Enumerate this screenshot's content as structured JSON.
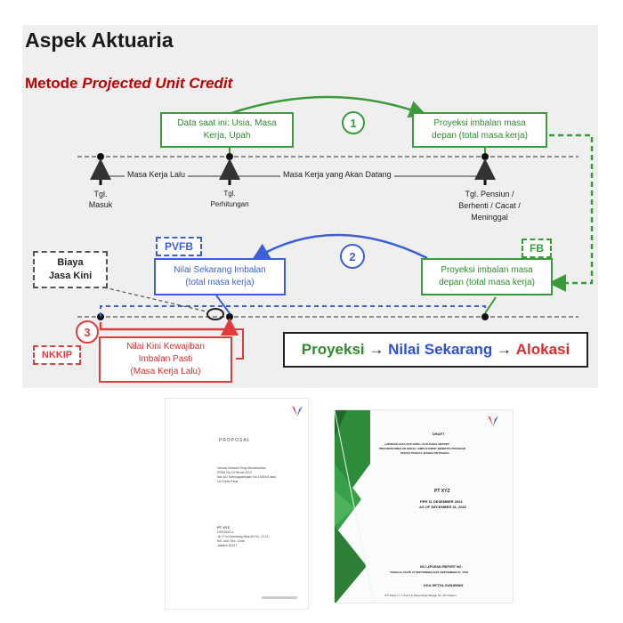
{
  "slide": {
    "title": "Aspek Aktuaria",
    "subtitle_prefix": "Metode ",
    "subtitle_method": "Projected Unit Credit",
    "box_data_line1": "Data saat ini: Usia, Masa",
    "box_data_line2": "Kerja, Upah",
    "box_proj_top_line1": "Proyeksi imbalan masa",
    "box_proj_top_line2": "depan (total masa kerja)",
    "step1": "1",
    "step2": "2",
    "step3": "3",
    "masa_kerja_lalu": "Masa Kerja Lalu",
    "masa_kerja_datang": "Masa Kerja yang Akan Datang",
    "tgl_masuk_line1": "Tgl.",
    "tgl_masuk_line2": "Masuk",
    "tgl_hitung_line1": "Tgl.",
    "tgl_hitung_line2": "Perhitungan",
    "tgl_pensiun_line1": "Tgl. Pensiun /",
    "tgl_pensiun_line2": "Berhenti / Cacat /",
    "tgl_pensiun_line3": "Meninggal",
    "pvfb": "PVFB",
    "fb": "FB",
    "biaya_line1": "Biaya",
    "biaya_line2": "Jasa Kini",
    "box_nilai_line1": "Nilai Sekarang Imbalan",
    "box_nilai_line2": "(total masa kerja)",
    "box_proj_bottom_line1": "Proyeksi imbalan masa",
    "box_proj_bottom_line2": "depan (total masa kerja)",
    "nkkip": "NKKIP",
    "box_kini_line1": "Nilai Kini Kewajiban",
    "box_kini_line2": "Imbalan Pasti",
    "box_kini_line3": "(Masa Kerja Lalu)",
    "seq_proyeksi": "Proyeksi",
    "seq_arrow1": " → ",
    "seq_nilai": "Nilai Sekarang",
    "seq_arrow2": " → ",
    "seq_alokasi": "Alokasi",
    "colors": {
      "green": "#3a9b3a",
      "blue": "#3c5fd8",
      "red": "#e23b3b"
    }
  },
  "doc_proposal": {
    "heading": "PROPOSAL",
    "line1": "Valuasi Imbalan Kerja Berdasarkan",
    "line2": "PSAK No.24 Revisi 2013",
    "line3": "dan UU Ketenagakerjaan No.13/2003 atau",
    "line4": "UU Cipta Kerja",
    "company": "PT XYZ",
    "addr1": "GEDUNG A",
    "addr2": "Jln. Puri Kembang Blok A5 No. 10-11",
    "addr3": "Kel. Aldi, Kec. Cinta",
    "addr4": "Jakarta 15147"
  },
  "doc_report": {
    "draft": "DRAFT",
    "title1": "LAPORAN JASA AKTUARIA / ACTUARIAL REPORT",
    "title2": "PROGRAM IMBALAN KERJA / EMPLOYMENT BENEFITS PROGRAM",
    "title3": "SESUAI PSAK24 / BASED ON PSAK24",
    "company": "PT XYZ",
    "per": "PER 31 DESEMBER 2022",
    "asof": "AS OF DECEMBER 31, 2022",
    "no": "NO LAPORAN /REPORT NO :",
    "tanggal": "TANGGAL /DATE 27 SEPTEMBER 2023 /SEPTEMBER 27, 2023",
    "kka": "KKA SETYA GUNAWAN",
    "footer": "ITS Tower Lt. 7 Unit 9-U Raya Pasar Minggu No. 18, Pejaten"
  }
}
